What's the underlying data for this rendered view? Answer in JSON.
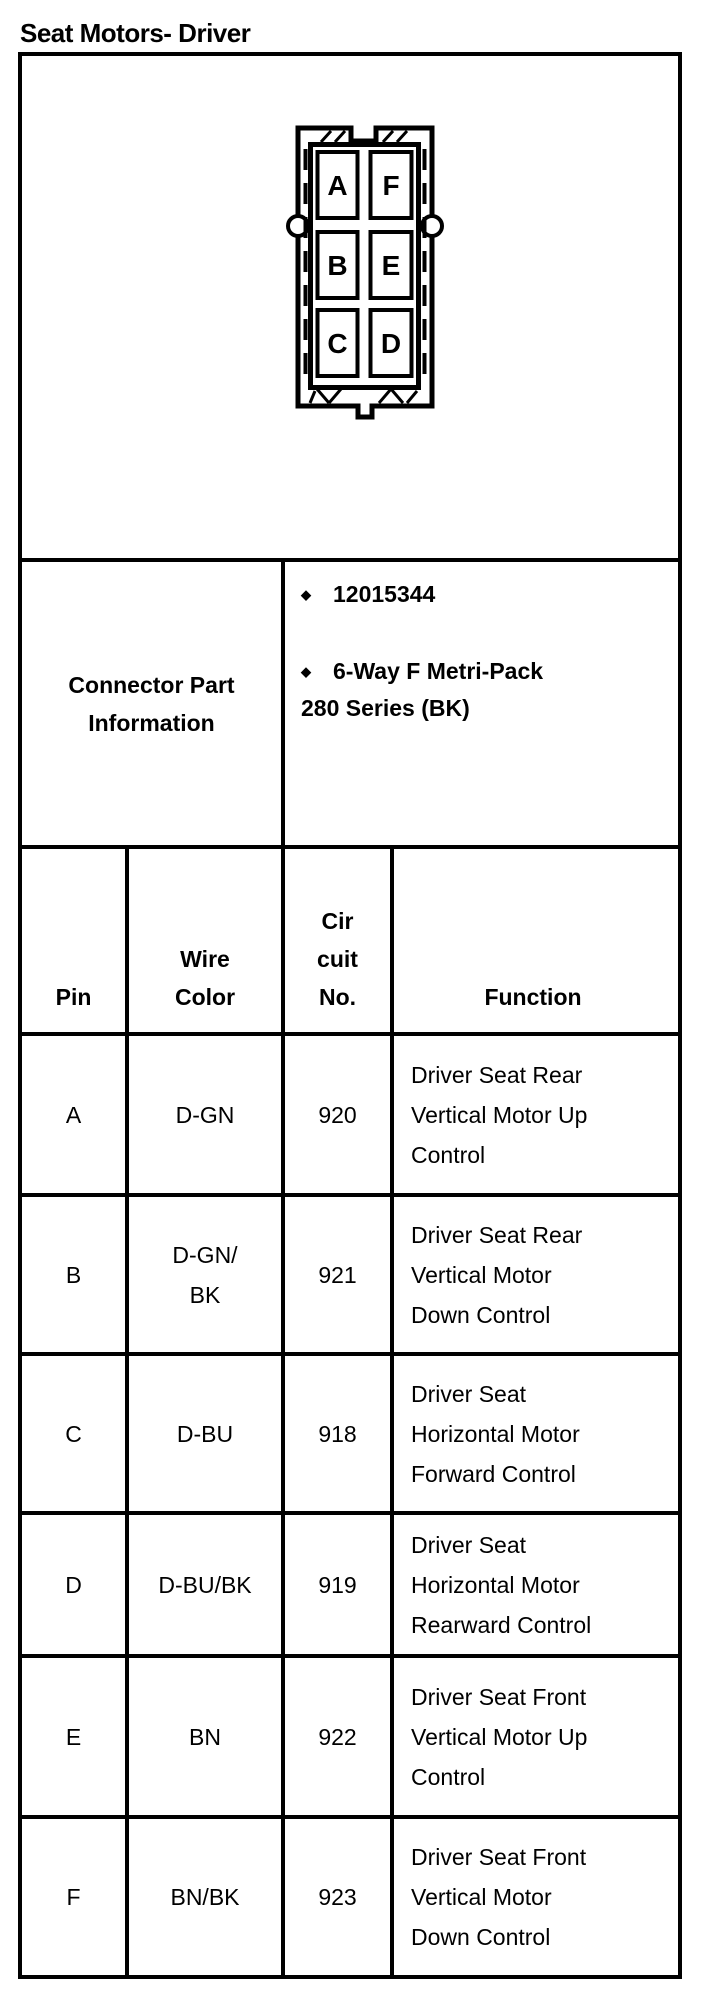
{
  "page_title": "Seat Motors- Driver",
  "connector": {
    "description": "6-way connector face view",
    "pins_left_column": [
      "A",
      "B",
      "C"
    ],
    "pins_right_column": [
      "F",
      "E",
      "D"
    ]
  },
  "part_info": {
    "label": "Connector Part\nInformation",
    "bullet_glyph": "◆",
    "bullets": [
      "12015344",
      "6-Way F Metri-Pack\n280 Series (BK)"
    ]
  },
  "pin_table": {
    "headers": {
      "pin": "Pin",
      "wire_color": "Wire\nColor",
      "circuit_no": "Cir\ncuit\nNo.",
      "function": "Function"
    },
    "rows": [
      {
        "pin": "A",
        "wire_color": "D-GN",
        "circuit": "920",
        "function": "Driver Seat Rear\nVertical Motor Up\nControl"
      },
      {
        "pin": "B",
        "wire_color": "D-GN/\nBK",
        "circuit": "921",
        "function": "Driver Seat Rear\nVertical Motor\nDown Control"
      },
      {
        "pin": "C",
        "wire_color": "D-BU",
        "circuit": "918",
        "function": "Driver Seat\nHorizontal Motor\nForward Control"
      },
      {
        "pin": "D",
        "wire_color": "D-BU/BK",
        "circuit": "919",
        "function": "Driver Seat\nHorizontal Motor\nRearward Control"
      },
      {
        "pin": "E",
        "wire_color": "BN",
        "circuit": "922",
        "function": "Driver Seat Front\nVertical Motor Up\nControl"
      },
      {
        "pin": "F",
        "wire_color": "BN/BK",
        "circuit": "923",
        "function": "Driver Seat Front\nVertical Motor\nDown Control"
      }
    ]
  },
  "colors": {
    "ink": "#000000",
    "background": "#ffffff"
  }
}
